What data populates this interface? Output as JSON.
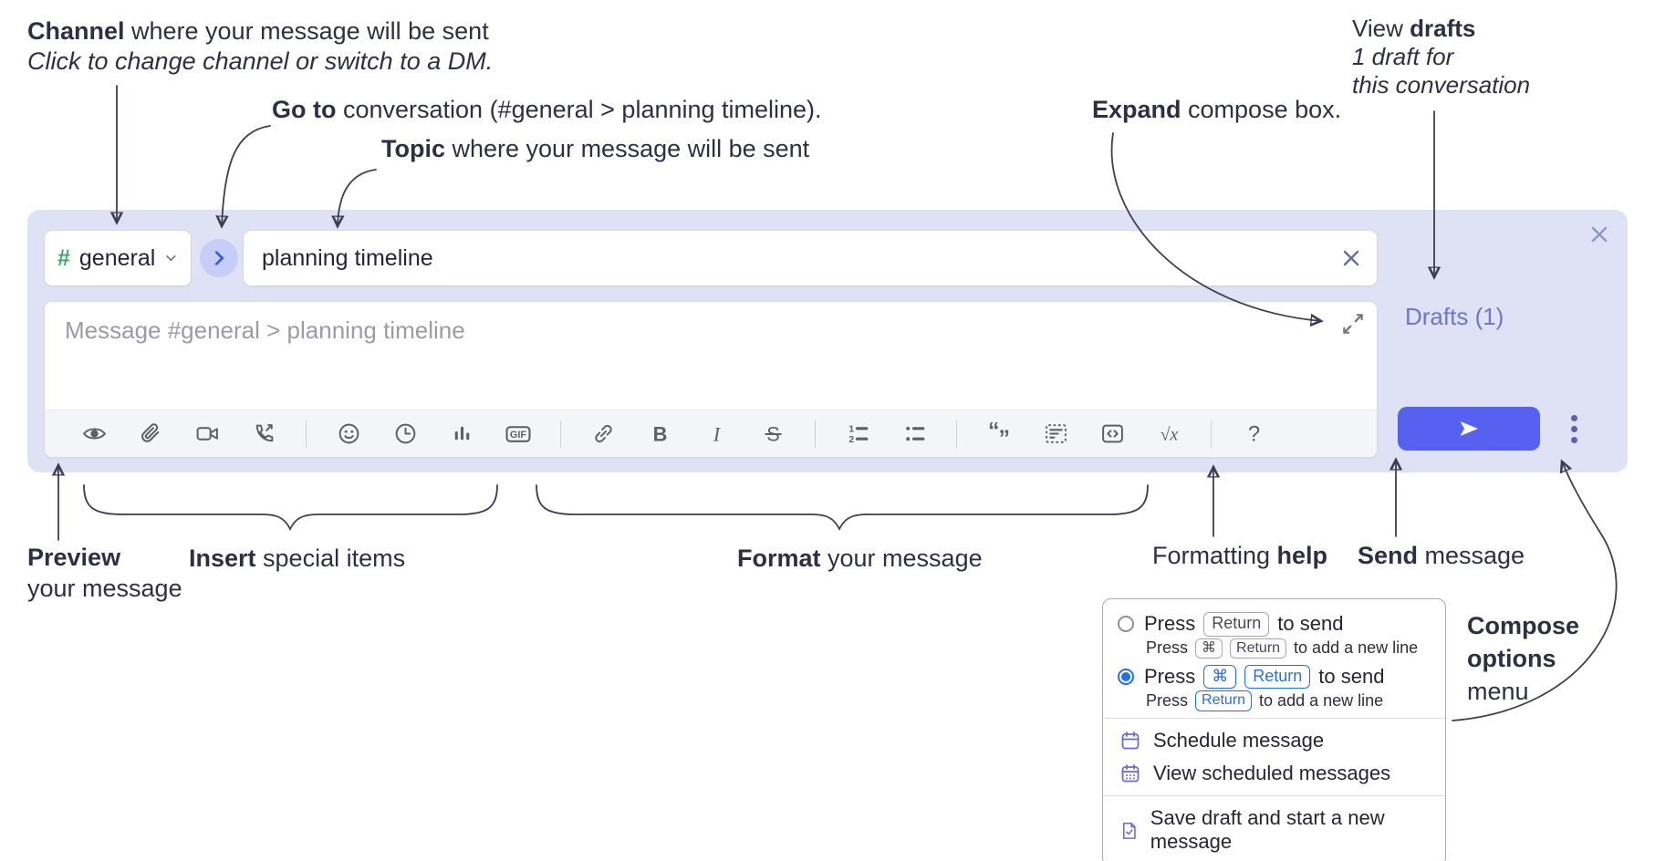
{
  "annotations": {
    "channel": {
      "bold": "Channel",
      "rest": " where your message will be sent",
      "line2": "Click to change channel or switch to a DM."
    },
    "go_to": {
      "bold": "Go to",
      "rest": " conversation (#general > planning timeline)."
    },
    "topic": {
      "bold": "Topic",
      "rest": " where your message will be sent"
    },
    "expand": {
      "bold": "Expand",
      "rest": " compose box."
    },
    "view_drafts": {
      "pre": "View ",
      "bold": "drafts",
      "line2": "1 draft for",
      "line3": "this conversation"
    },
    "preview": {
      "bold": "Preview",
      "line2": "your message"
    },
    "insert": {
      "bold": "Insert",
      "rest": " special items"
    },
    "format": {
      "bold": "Format",
      "rest": " your message"
    },
    "formatting_help": {
      "pre": "Formatting ",
      "bold": "help"
    },
    "send": {
      "bold": "Send",
      "rest": " message"
    },
    "compose_options": {
      "line1": "Compose",
      "line2": "options",
      "line3": "menu"
    }
  },
  "composer": {
    "channel": {
      "hash": "#",
      "name": "general"
    },
    "topic": {
      "value": "planning timeline"
    },
    "message": {
      "placeholder": "Message #general > planning timeline"
    },
    "drafts_label": "Drafts (1)",
    "toolbar": {
      "gif": "GIF",
      "bold": "B",
      "italic": "I",
      "strike": "S",
      "ol1": "1",
      "ol2": "2",
      "quote_open": "“",
      "quote_close": "”",
      "formula": "√x",
      "help": "?"
    },
    "icons": [
      "eye",
      "paperclip",
      "video-camera",
      "phone-call",
      "emoji",
      "clock",
      "bar-chart",
      "gif",
      "link",
      "bold",
      "italic",
      "strikethrough",
      "ordered-list",
      "bulleted-list",
      "blockquote",
      "code-block",
      "inline-code",
      "formula",
      "help"
    ]
  },
  "popup": {
    "option1": {
      "pre": "Press",
      "kbd": "Return",
      "post": "to send",
      "sub_pre": "Press",
      "sub_kbd1": "⌘",
      "sub_kbd2": "Return",
      "sub_post": "to add a new line"
    },
    "option2": {
      "pre": "Press",
      "kbd1": "⌘",
      "kbd2": "Return",
      "post": "to send",
      "sub_pre": "Press",
      "sub_kbd": "Return",
      "sub_post": "to add a new line"
    },
    "menu_items": [
      {
        "label": "Schedule message"
      },
      {
        "label": "View scheduled messages"
      },
      {
        "label": "Save draft and start a new message"
      }
    ]
  },
  "colors": {
    "accent_send": "#5661F1",
    "link_purple": "#7076C5",
    "radio_blue": "#2470EC",
    "menu_icon_purple": "#6E68DA",
    "composer_bg": "#DFE2F4",
    "hash_green": "#3EA76F",
    "goto_blue": "#3B5BDD",
    "annotation_ink": "#2E2F45"
  }
}
